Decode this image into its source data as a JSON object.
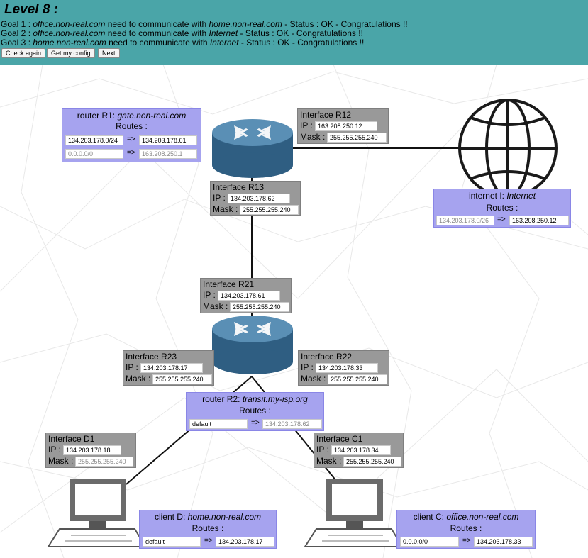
{
  "level": {
    "title": "Level 8 :"
  },
  "goals": [
    {
      "p1": "Goal 1 : ",
      "src": "office.non-real.com",
      "p2": " need to communicate with ",
      "dst": "home.non-real.com",
      "status": " - Status : OK - Congratulations !!"
    },
    {
      "p1": "Goal 2 : ",
      "src": "office.non-real.com",
      "p2": " need to communicate with ",
      "dst": "Internet",
      "status": " - Status : OK - Congratulations !!"
    },
    {
      "p1": "Goal 3 : ",
      "src": "home.non-real.com",
      "p2": " need to communicate with ",
      "dst": "Internet",
      "status": " - Status : OK - Congratulations !!"
    }
  ],
  "buttons": {
    "check": "Check again",
    "config": "Get my config",
    "next": "Next"
  },
  "labels": {
    "ip": "IP :",
    "mask": "Mask :",
    "routes": "Routes :",
    "arrow": "=>"
  },
  "r1": {
    "prefix": "router R1: ",
    "name": "gate.non-real.com",
    "routes": [
      {
        "dest": "134.203.178.0/24",
        "gw": "134.203.178.61"
      },
      {
        "dest": "0.0.0.0/0",
        "gw": "163.208.250.1"
      }
    ]
  },
  "r2": {
    "prefix": "router R2: ",
    "name": "transit.my-isp.org",
    "routes": [
      {
        "dest": "default",
        "gw": "134.203.178.62"
      }
    ]
  },
  "internet": {
    "prefix": "internet I: ",
    "name": "Internet",
    "routes": [
      {
        "dest": "134.203.178.0/26",
        "gw": "163.208.250.12"
      }
    ]
  },
  "clientD": {
    "prefix": "client D: ",
    "name": "home.non-real.com",
    "routes": [
      {
        "dest": "default",
        "gw": "134.203.178.17"
      }
    ]
  },
  "clientC": {
    "prefix": "client C: ",
    "name": "office.non-real.com",
    "routes": [
      {
        "dest": "0.0.0.0/0",
        "gw": "134.203.178.33"
      }
    ]
  },
  "interfaces": {
    "r12": {
      "title": "Interface R12",
      "ip": "163.208.250.12",
      "mask": "255.255.255.240"
    },
    "r13": {
      "title": "Interface R13",
      "ip": "134.203.178.62",
      "mask": "255.255.255.240"
    },
    "r21": {
      "title": "Interface R21",
      "ip": "134.203.178.61",
      "mask": "255.255.255.240"
    },
    "r23": {
      "title": "Interface R23",
      "ip": "134.203.178.17",
      "mask": "255.255.255.240"
    },
    "r22": {
      "title": "Interface R22",
      "ip": "134.203.178.33",
      "mask": "255.255.255.240"
    },
    "d1": {
      "title": "Interface D1",
      "ip": "134.203.178.18",
      "mask": "255.255.255.240"
    },
    "c1": {
      "title": "Interface C1",
      "ip": "134.203.178.34",
      "mask": "255.255.255.240"
    }
  },
  "colors": {
    "header": "#4aa5a8",
    "interface_box": "#999999",
    "routes_box": "#a6a3ef",
    "router": "#3f6f94"
  }
}
